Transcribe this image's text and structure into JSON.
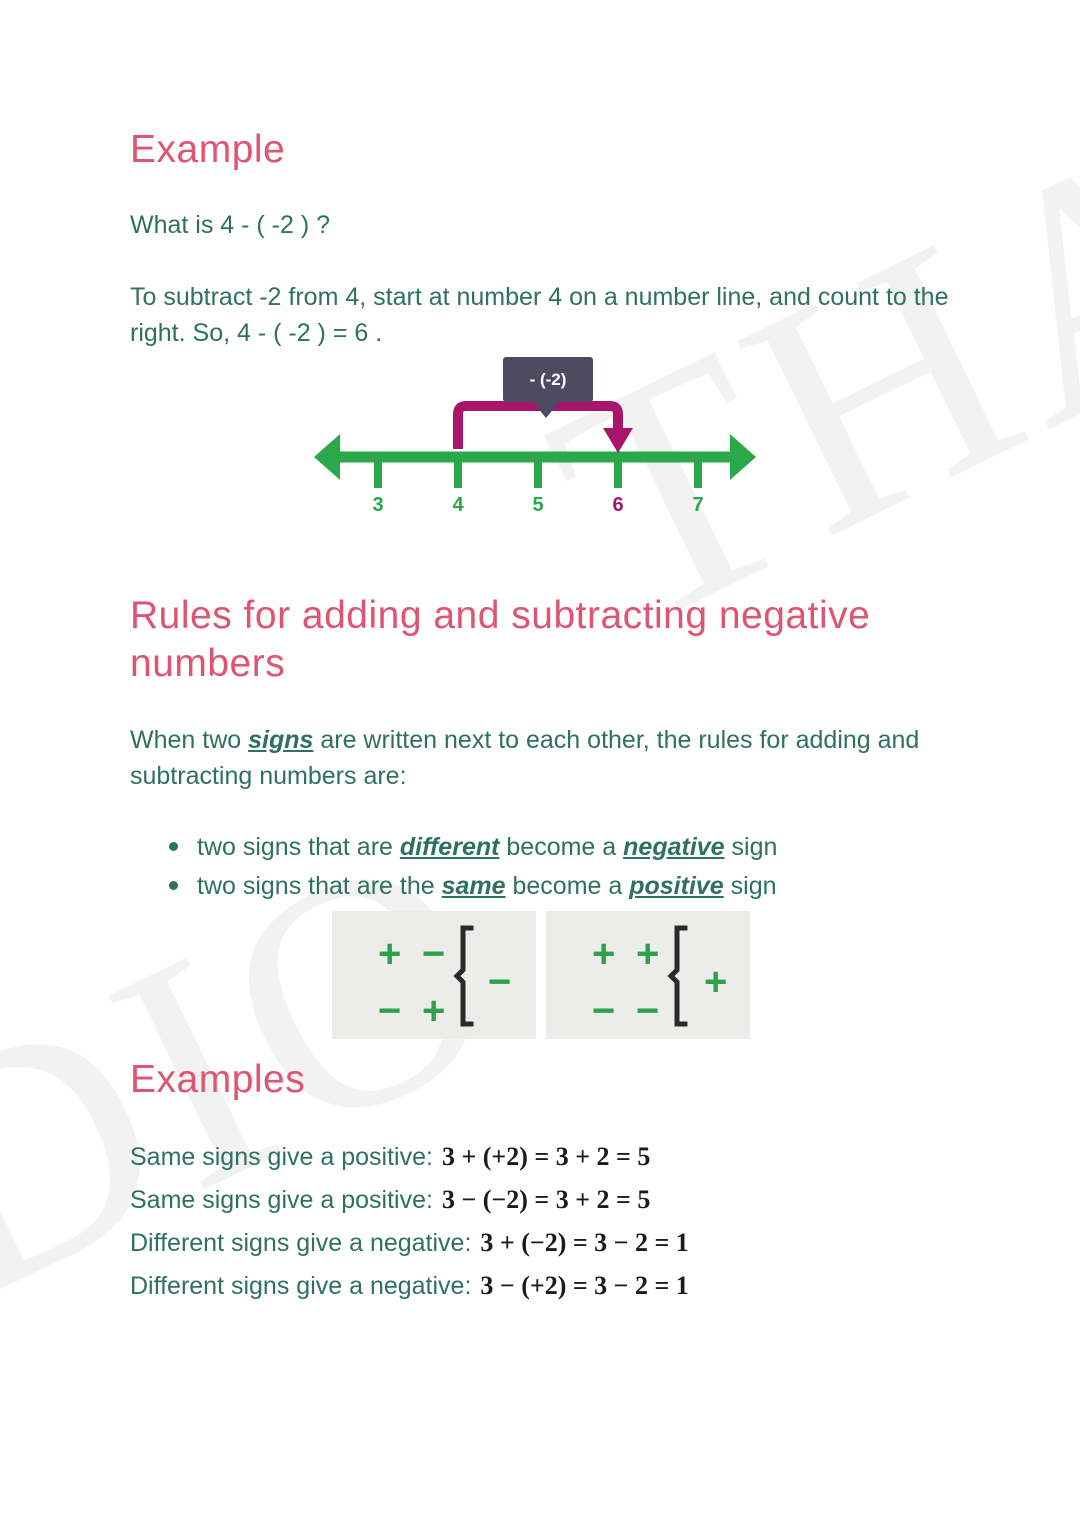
{
  "colors": {
    "heading_pink": "#de5472",
    "body_green": "#2f7160",
    "line_green": "#2ba84a",
    "jump_magenta": "#a8156b",
    "tooltip_bg": "#4e4a60",
    "sign_box_bg": "#ececea",
    "sign_glyph_green": "#2fa04c",
    "brace_black": "#2a2a2a",
    "watermark": "#f2f2f2",
    "math_black": "#1b1b1b",
    "page_bg": "#ffffff"
  },
  "watermark": {
    "line_1": "THAT",
    "line_2": "DIO"
  },
  "example_section": {
    "heading": "Example",
    "question": "What is 4 - ( -2 ) ?",
    "explanation": "To subtract -2 from 4, start at number 4 on a number line, and count to the right. So, 4 - ( -2 ) = 6 ."
  },
  "numberline": {
    "tooltip_label": "- (-2)",
    "ticks": [
      {
        "label": "3",
        "value": 3,
        "highlighted": false
      },
      {
        "label": "4",
        "value": 4,
        "highlighted": false
      },
      {
        "label": "5",
        "value": 5,
        "highlighted": false
      },
      {
        "label": "6",
        "value": 6,
        "highlighted": true
      },
      {
        "label": "7",
        "value": 7,
        "highlighted": false
      }
    ],
    "jump_from": 4,
    "jump_to": 6,
    "jump_direction": "right"
  },
  "rules_section": {
    "heading": "Rules for adding and subtracting negative numbers",
    "intro": {
      "before": "When two ",
      "emphasis": "signs",
      "after": " are written next to each other, the rules for adding and subtracting numbers are:"
    },
    "bullets": [
      {
        "part_1": "two signs that are ",
        "emphasis_1": "different",
        "part_2": " become a ",
        "emphasis_2": "negative",
        "part_3": " sign"
      },
      {
        "part_1": "two signs that are the ",
        "emphasis_1": "same",
        "part_2": " become a ",
        "emphasis_2": "positive",
        "part_3": " sign"
      }
    ],
    "sign_boxes": [
      {
        "name": "different-signs",
        "row_1": [
          "+",
          "−"
        ],
        "row_2": [
          "−",
          "+"
        ],
        "result": "−"
      },
      {
        "name": "same-signs",
        "row_1": [
          "+",
          "+"
        ],
        "row_2": [
          "−",
          "−"
        ],
        "result": "+"
      }
    ]
  },
  "examples_section": {
    "heading": "Examples",
    "rows": [
      {
        "label": "Same signs give a positive:",
        "math": "3 + (+2) = 3 + 2 = 5"
      },
      {
        "label": "Same signs give a positive:",
        "math": "3 − (−2) = 3 + 2 = 5"
      },
      {
        "label": "Different signs give a negative:",
        "math": "3 + (−2) = 3 − 2 = 1"
      },
      {
        "label": "Different signs give a negative:",
        "math": "3 − (+2) = 3 − 2 = 1"
      }
    ]
  }
}
